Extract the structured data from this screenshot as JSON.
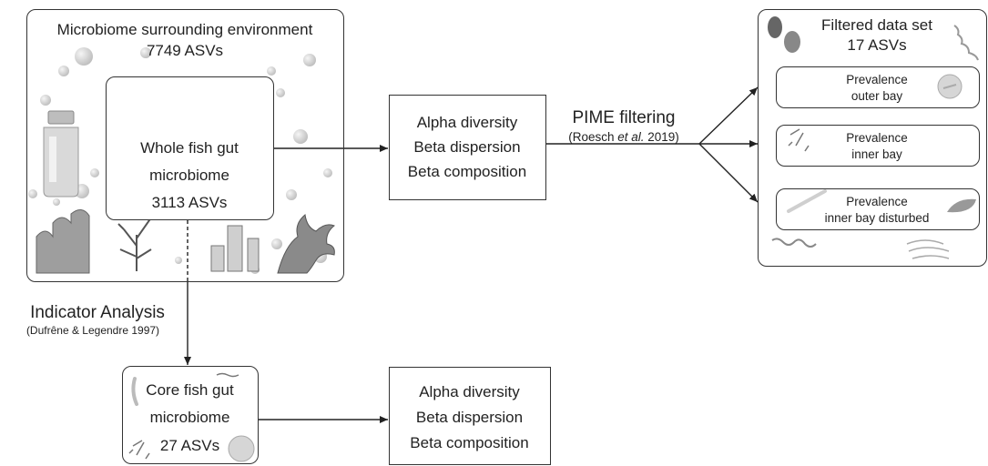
{
  "environment": {
    "title": "Microbiome surrounding environment",
    "count": "7749 ASVs"
  },
  "whole_gut": {
    "line1": "Whole fish gut",
    "line2": "microbiome",
    "line3": "3113 ASVs"
  },
  "metrics_top": {
    "line1": "Alpha diversity",
    "line2": "Beta dispersion",
    "line3": "Beta composition"
  },
  "pime": {
    "title": "PIME filtering",
    "ref_pre": "(Roesch ",
    "ref_italic": "et al.",
    "ref_post": " 2019)"
  },
  "filtered": {
    "title": "Filtered data set",
    "count": "17 ASVs",
    "items": [
      {
        "line1": "Prevalence",
        "line2": "outer bay"
      },
      {
        "line1": "Prevalence",
        "line2": "inner bay"
      },
      {
        "line1": "Prevalence",
        "line2": "inner bay disturbed"
      }
    ]
  },
  "indicator": {
    "title": "Indicator Analysis",
    "ref": "(Dufrêne & Legendre 1997)"
  },
  "core_gut": {
    "line1": "Core fish gut",
    "line2": "microbiome",
    "line3": "27 ASVs"
  },
  "metrics_bottom": {
    "line1": "Alpha diversity",
    "line2": "Beta dispersion",
    "line3": "Beta composition"
  }
}
